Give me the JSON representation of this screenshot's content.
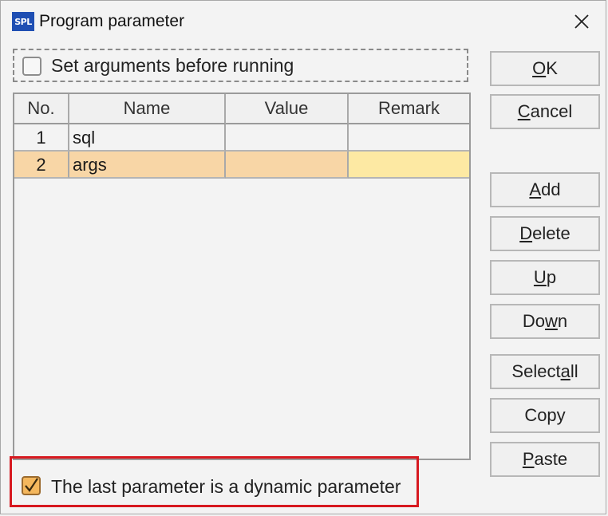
{
  "window": {
    "app_logo_text": "SPL",
    "title": "Program parameter"
  },
  "set_args_checkbox": {
    "label": "Set arguments before running",
    "checked": false
  },
  "table": {
    "columns": [
      "No.",
      "Name",
      "Value",
      "Remark"
    ],
    "rows": [
      {
        "no": "1",
        "name": "sql",
        "value": "",
        "remark": ""
      },
      {
        "no": "2",
        "name": "args",
        "value": "",
        "remark": "",
        "selected": true
      }
    ]
  },
  "buttons": {
    "ok": {
      "pre": "",
      "key": "O",
      "post": "K"
    },
    "cancel": {
      "pre": "",
      "key": "C",
      "post": "ancel"
    },
    "add": {
      "pre": "",
      "key": "A",
      "post": "dd"
    },
    "delete": {
      "pre": "",
      "key": "D",
      "post": "elete"
    },
    "up": {
      "pre": "",
      "key": "U",
      "post": "p"
    },
    "down": {
      "pre": "Do",
      "key": "w",
      "post": "n"
    },
    "select_all": {
      "pre": "Select ",
      "key": "a",
      "post": "ll"
    },
    "copy": {
      "pre": "Copy",
      "key": "",
      "post": ""
    },
    "paste": {
      "pre": "",
      "key": "P",
      "post": "aste"
    }
  },
  "dynamic_checkbox": {
    "label": "The last parameter is a dynamic parameter",
    "checked": true
  },
  "colors": {
    "selected_row": "#f8d6a6",
    "selected_remark": "#fde9a3",
    "highlight_box": "#d71920",
    "app_logo": "#1f4fb3"
  }
}
